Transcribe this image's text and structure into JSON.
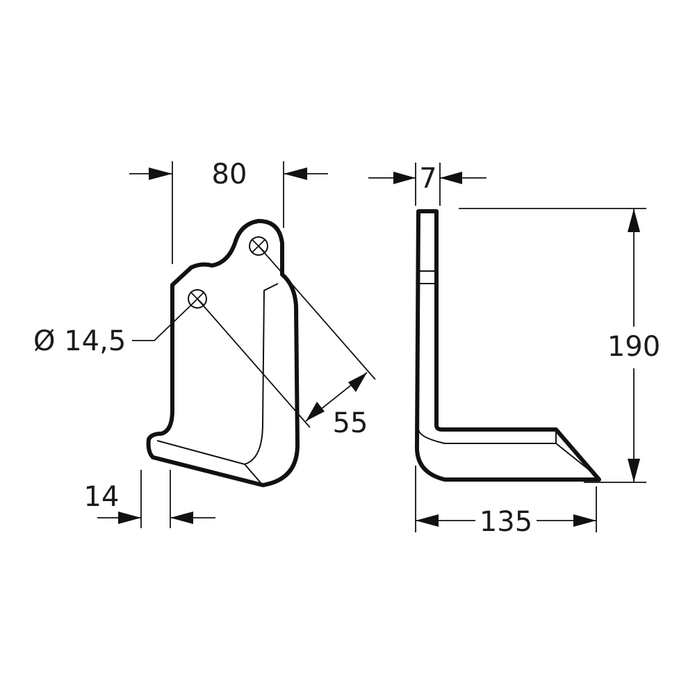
{
  "dimensions": {
    "width": "80",
    "thickness": "7",
    "hole_diameter": "Ø 14,5",
    "hole_spacing": "55",
    "blade_offset": "14",
    "height": "190",
    "length": "135"
  },
  "colors": {
    "line": "#111111",
    "background": "#ffffff"
  }
}
